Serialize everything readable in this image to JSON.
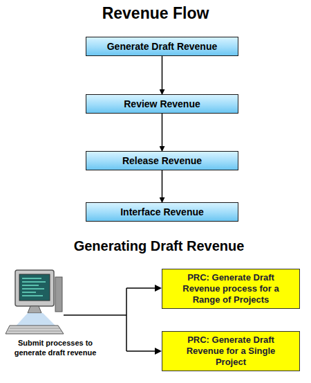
{
  "diagram": {
    "title": "Revenue Flow",
    "nodes": [
      {
        "text": [
          "Generate Draft Revenue"
        ]
      },
      {
        "text": [
          "Review Revenue"
        ]
      },
      {
        "text": [
          "Release Revenue"
        ]
      },
      {
        "text": [
          "Interface Revenue"
        ]
      },
      {
        "text": [
          "PRC: Generate Draft Revenue process for a Range of Projects"
        ]
      },
      {
        "text": [
          "PRC: Generate Draft Revenue for a Single Project"
        ]
      }
    ],
    "edges": [
      {
        "from": 0,
        "to": 1,
        "arrow": "to"
      },
      {
        "from": 1,
        "to": 2,
        "arrow": "to"
      },
      {
        "from": 2,
        "to": 3,
        "arrow": "to"
      }
    ],
    "labels": [
      "Generating Draft Revenue",
      "Submit processes to generate draft revenue"
    ]
  }
}
